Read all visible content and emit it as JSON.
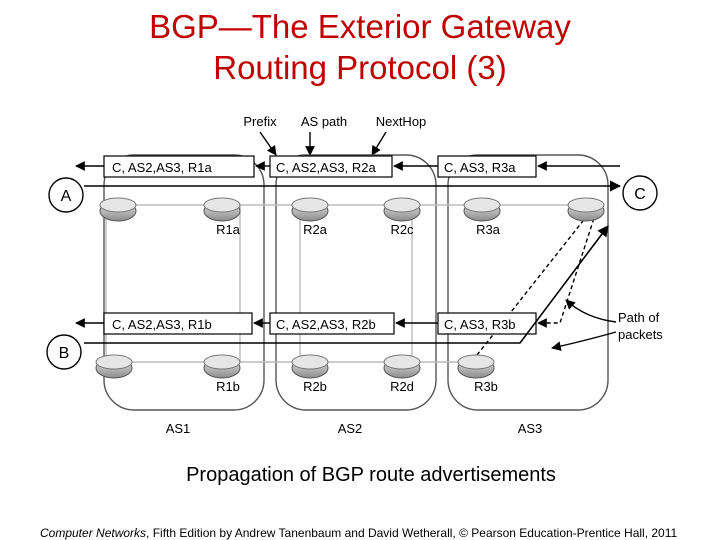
{
  "title": {
    "line1": "BGP—The Exterior Gateway",
    "line2": "Routing Protocol (3)"
  },
  "headers": {
    "prefix": "Prefix",
    "as_path": "AS path",
    "next_hop": "NextHop"
  },
  "advertisements": {
    "top": [
      "C,  AS2,AS3, R1a",
      "C,  AS2,AS3, R2a",
      "C, AS3, R3a"
    ],
    "bottom": [
      "C,  AS2,AS3, R1b",
      "C,  AS2,AS3, R2b",
      "C, AS3, R3b"
    ]
  },
  "endpoints": {
    "a": "A",
    "b": "B",
    "c": "C"
  },
  "routers": {
    "top": [
      "R1a",
      "R2a",
      "R2c",
      "R3a"
    ],
    "bottom": [
      "R1b",
      "R2b",
      "R2d",
      "R3b"
    ]
  },
  "as_labels": [
    "AS1",
    "AS2",
    "AS3"
  ],
  "path_label": {
    "line1": "Path of",
    "line2": "packets"
  },
  "caption": "Propagation of BGP route advertisements",
  "credit": {
    "book": "Computer Networks",
    "rest": ", Fifth Edition by Andrew Tanenbaum and David Wetherall, © Pearson Education-Prentice Hall, 2011"
  },
  "colors": {
    "title": "#c00000"
  }
}
